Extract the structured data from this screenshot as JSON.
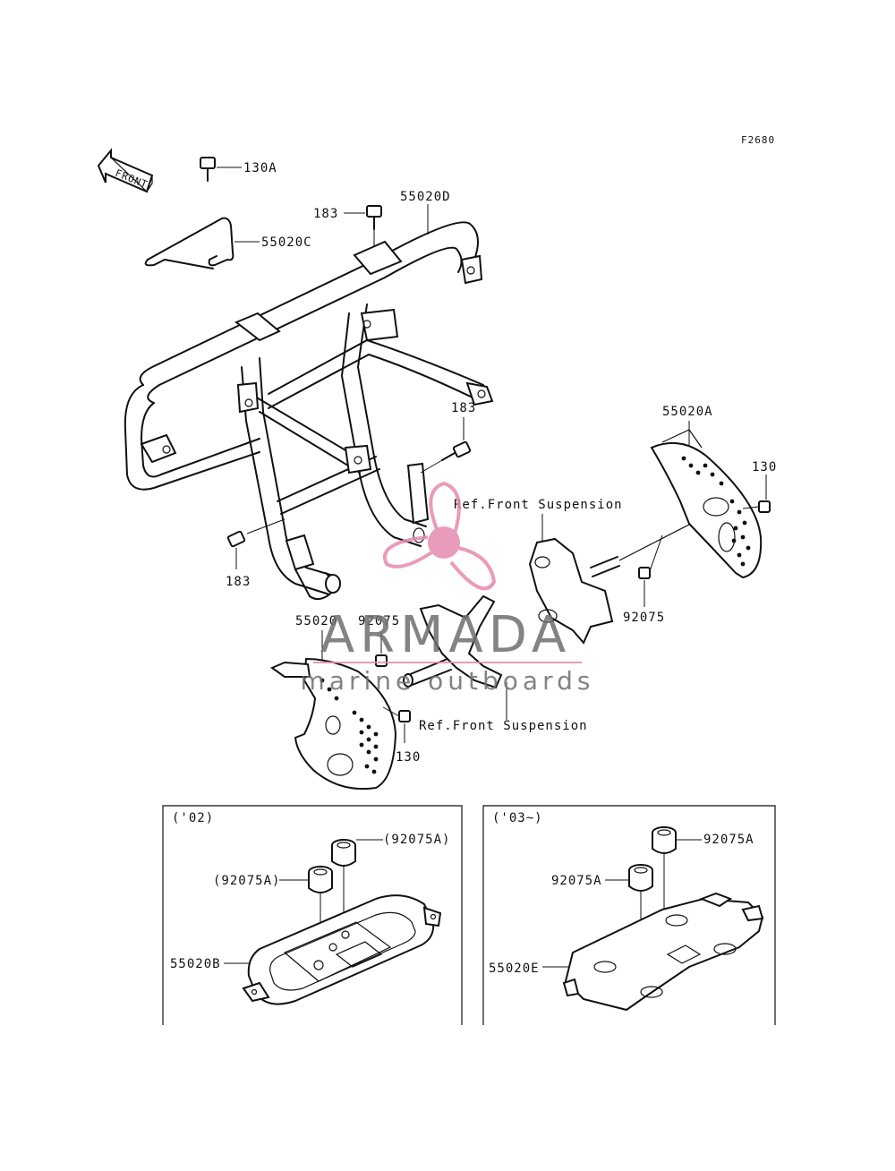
{
  "figure_code": "F2680",
  "front_arrow_label": "FRONT",
  "callouts": {
    "c130A": "130A",
    "c183_top": "183",
    "c55020D": "55020D",
    "c55020C": "55020C",
    "c183_mid": "183",
    "c183_low": "183",
    "c55020A": "55020A",
    "c130_right": "130",
    "ref_right": "Ref.Front Suspension",
    "c92075_right": "92075",
    "c55020": "55020",
    "c92075_left": "92075",
    "ref_left": "Ref.Front Suspension",
    "c130_left": "130"
  },
  "inset_left": {
    "title": "('02)",
    "label_top": "(92075A)",
    "label_mid": "(92075A)",
    "label_plate": "55020B"
  },
  "inset_right": {
    "title": "('03~)",
    "label_top": "92075A",
    "label_mid": "92075A",
    "label_plate": "55020E"
  },
  "watermark": {
    "brand": "ARMADA",
    "tagline": "marine outboards",
    "colors": {
      "propeller": "#e68ab0",
      "text": "#6e6e6e"
    }
  }
}
